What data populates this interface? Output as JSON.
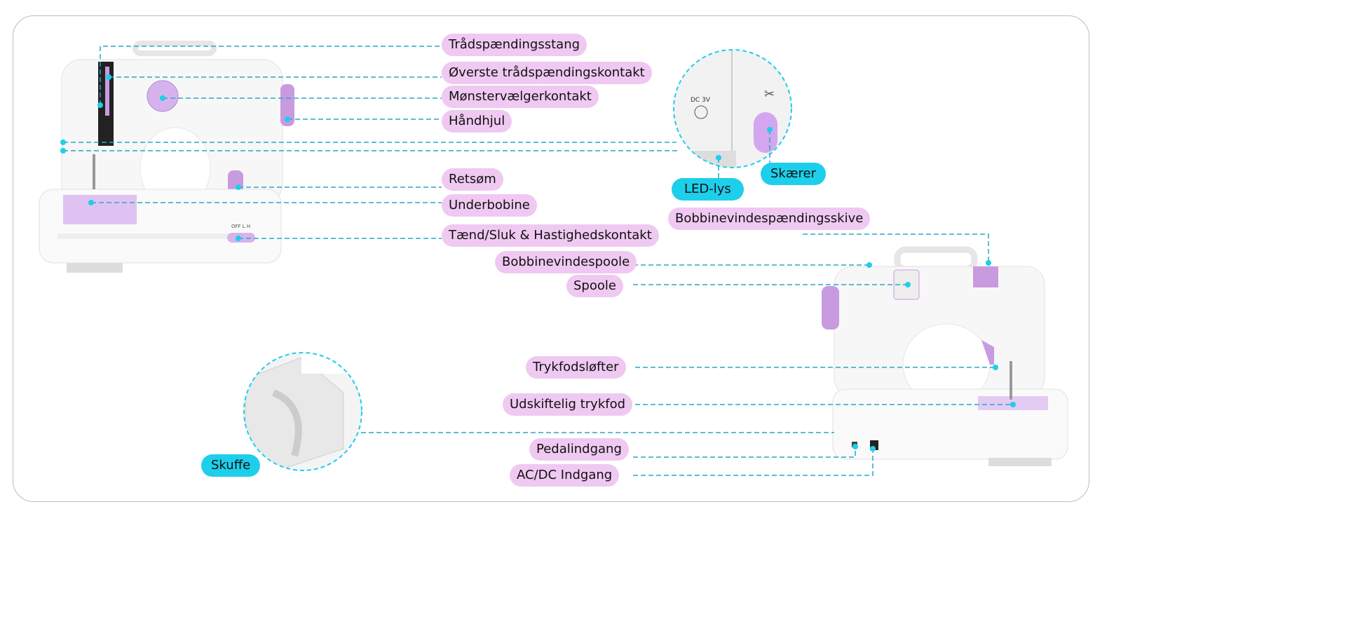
{
  "labels": {
    "thread_take_up_lever": "Trådspændingsstang",
    "upper_tension_dial": "Øverste trådspændingskontakt",
    "pattern_selector": "Mønstervælgerkontakt",
    "handwheel": "Håndhjul",
    "reverse_stitch": "Retsøm",
    "bobbin": "Underbobine",
    "power_speed_switch": "Tænd/Sluk & Hastighedskontakt",
    "bobbin_winder_spool": "Bobbinevindespoole",
    "spool": "Spoole",
    "bobbin_winder_tension_disc": "Bobbinevindespændingsskive",
    "presser_foot_lifter": "Trykfodsløfter",
    "replaceable_presser_foot": "Udskiftelig trykfod",
    "pedal_input": "Pedalindgang",
    "acdc_input": "AC/DC Indgang",
    "cutter": "Skærer",
    "led_light": "LED-lys",
    "drawer": "Skuffe"
  },
  "machine_markings": {
    "led_voltage": "DC 3V",
    "switch_positions": "OFF  L  H"
  },
  "colors": {
    "pink_label": "#efc9f1",
    "cyan_label": "#1dcfea",
    "leader_line": "#2aa6c8",
    "accent_purple": "#c89be0"
  }
}
